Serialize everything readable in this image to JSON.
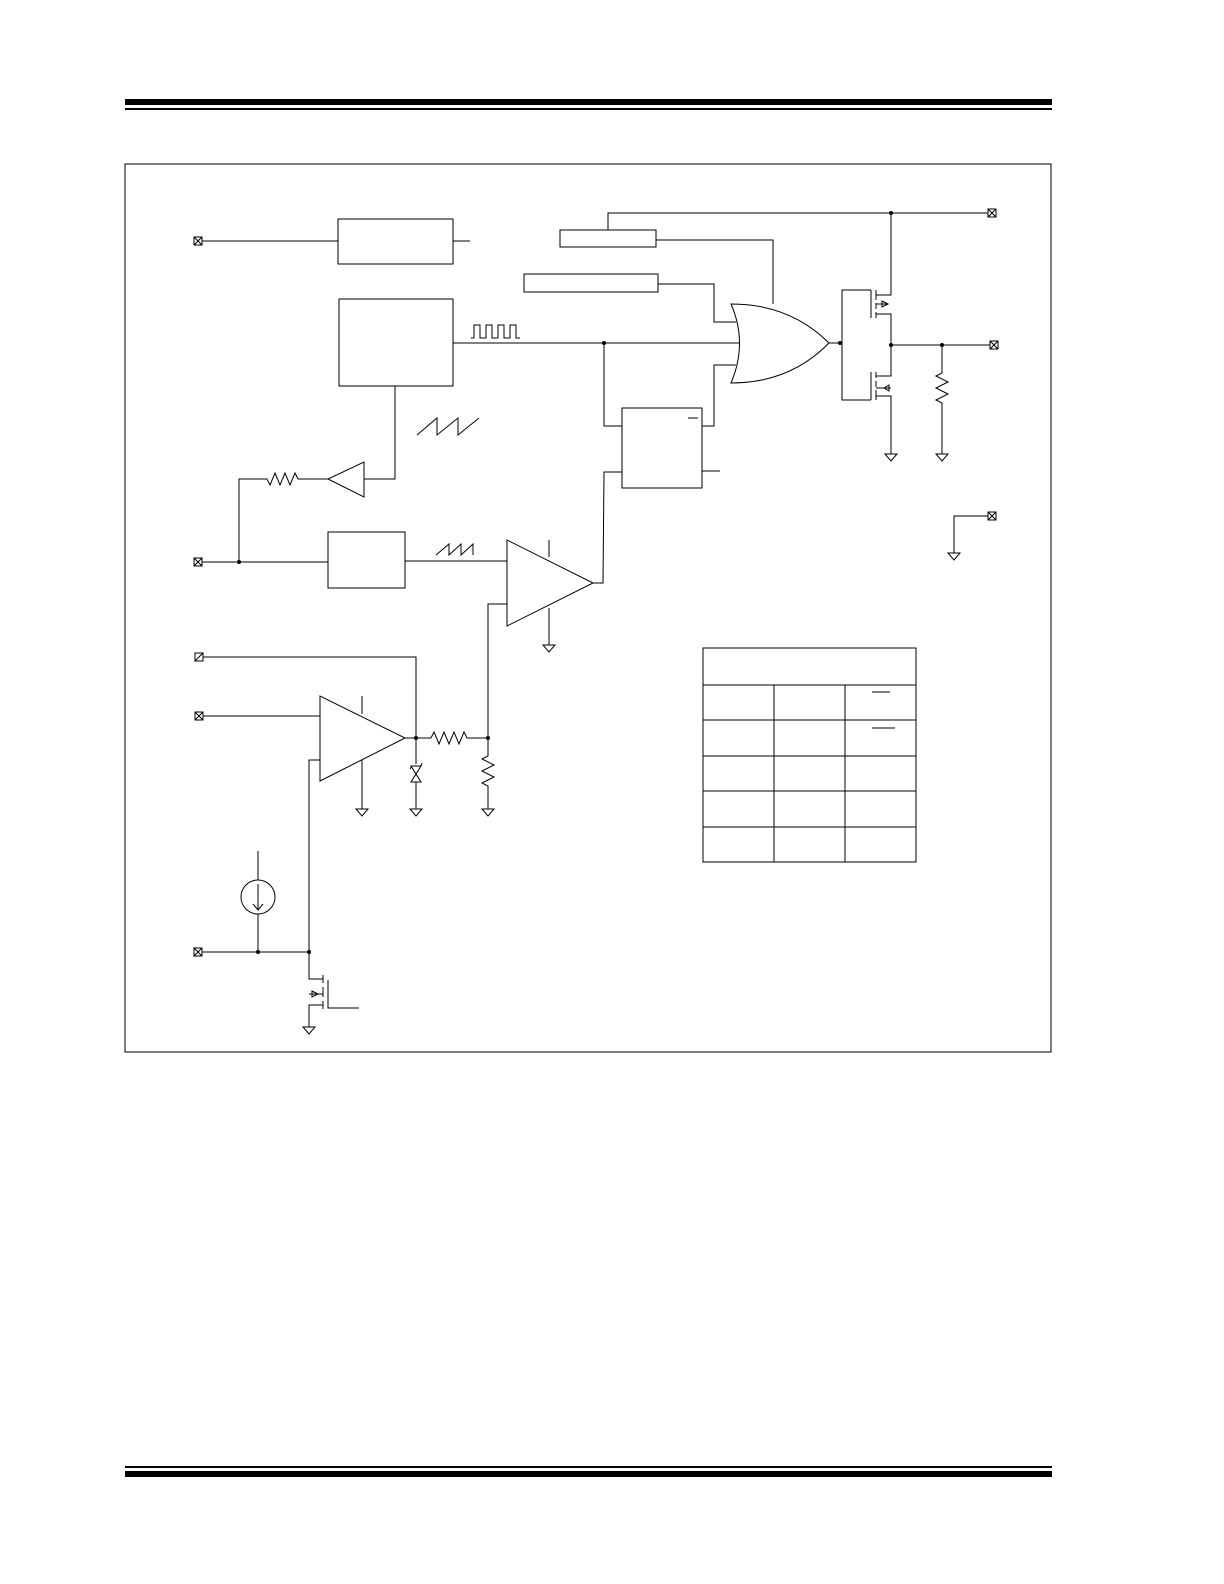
{
  "document": {
    "header_rule": "thick-thin",
    "footer_rule": "thin-thick"
  },
  "diagram": {
    "frame": "block-diagram-border",
    "truth_table": {
      "columns": 3,
      "header_rows": 1,
      "body_rows": 5
    }
  }
}
